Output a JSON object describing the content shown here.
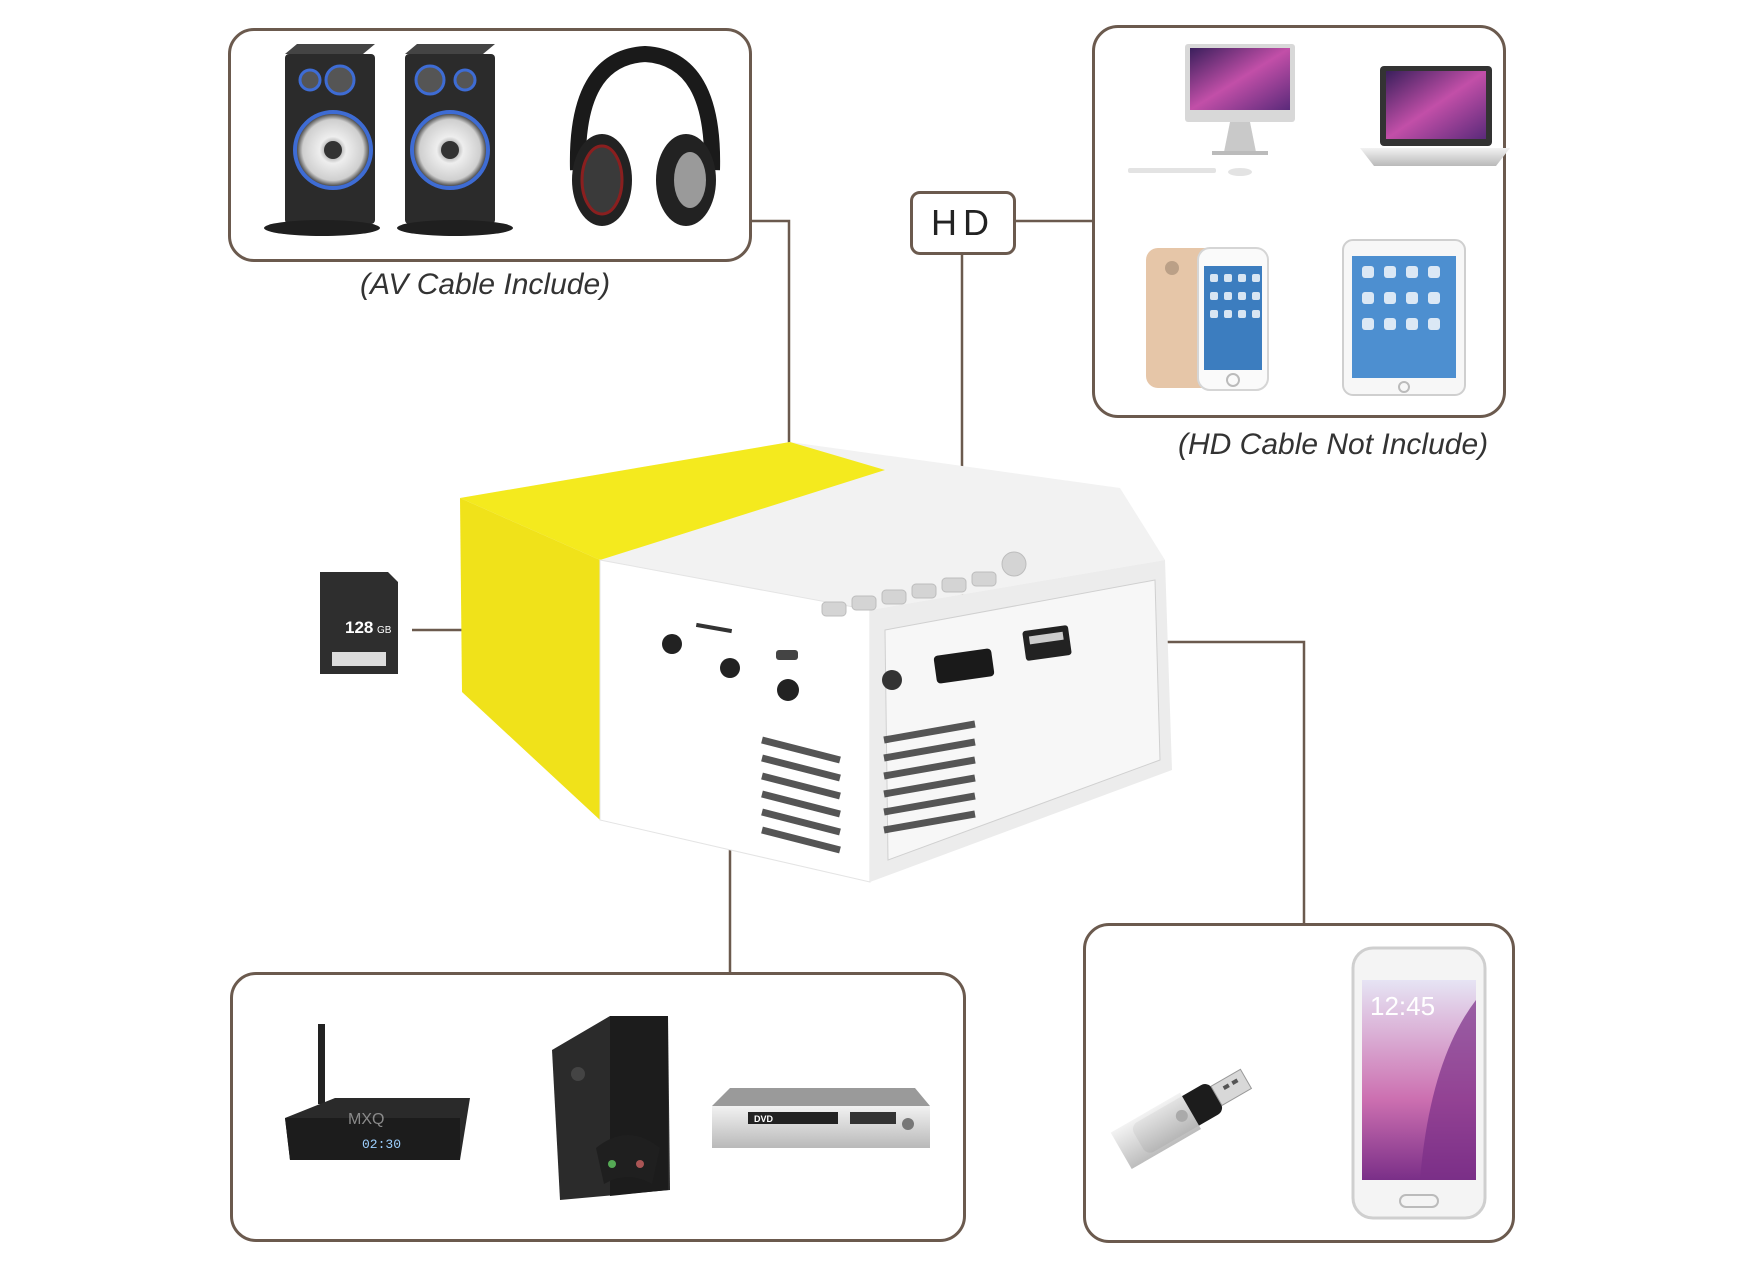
{
  "labels": {
    "av_caption": "(AV Cable Include)",
    "hd_caption": "(HD Cable Not Include)",
    "hd_port_label": "HD",
    "sd_card_capacity": "128",
    "sd_card_unit": "GB",
    "phone_clock": "12:45",
    "tvbox_brand": "MXQ",
    "tvbox_clock": "02:30",
    "dvd_logo": "DVD"
  },
  "colors": {
    "frame": "#6b5a4e",
    "projector_yellow": "#f4ea1e",
    "projector_white": "#f2f2f2",
    "connector_line": "#6b5a4e"
  },
  "icons": [
    "speakers-icon",
    "headphones-icon",
    "imac-icon",
    "macbook-icon",
    "iphone-icon",
    "ipad-icon",
    "sd-card-icon",
    "tv-box-icon",
    "game-console-icon",
    "dvd-player-icon",
    "usb-drive-icon",
    "android-phone-icon",
    "projector-icon"
  ]
}
